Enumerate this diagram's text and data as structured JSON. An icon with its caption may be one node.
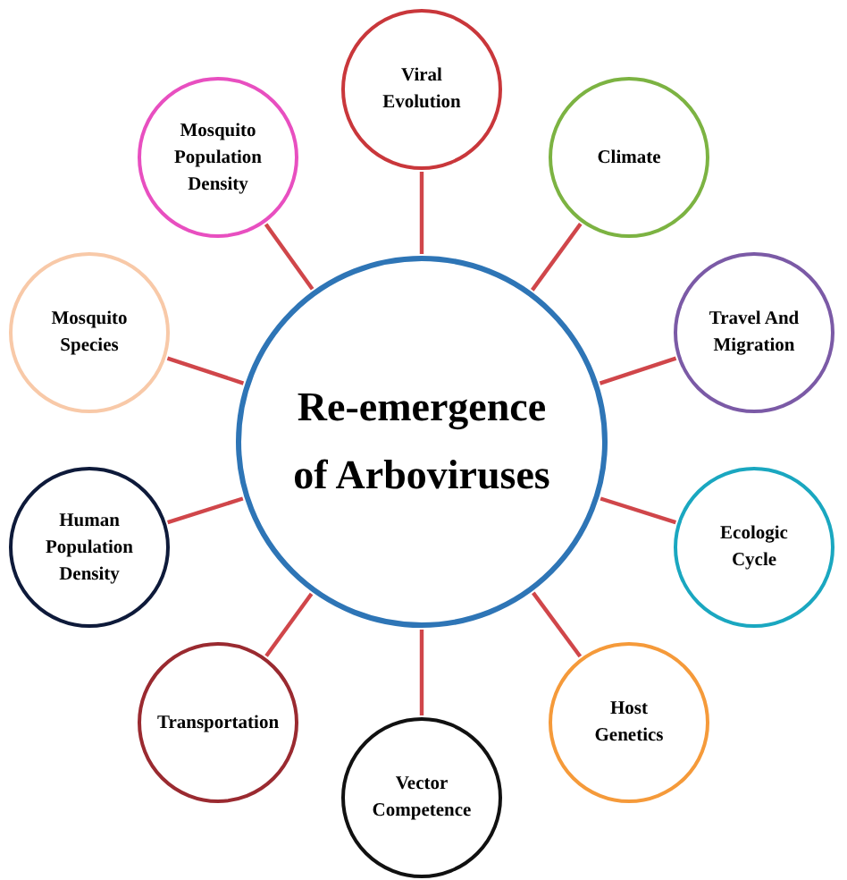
{
  "diagram": {
    "nodes": [
      {
        "text": [
          "Viral Evolution"
        ]
      },
      {
        "text": [
          "Mosquito Population Density"
        ]
      },
      {
        "text": [
          "Climate"
        ]
      },
      {
        "text": [
          "Mosquito Species"
        ]
      },
      {
        "text": [
          "Travel And Migration"
        ]
      },
      {
        "text": [
          "Re-emergence of Arboviruses"
        ]
      },
      {
        "text": [
          "Human Population Density"
        ]
      },
      {
        "text": [
          "Ecologic Cycle"
        ]
      },
      {
        "text": [
          "Transportation"
        ]
      },
      {
        "text": [
          "Host Genetics"
        ]
      },
      {
        "text": [
          "Vector Competence"
        ]
      }
    ],
    "edges": [
      {
        "from": 5,
        "to": 0,
        "arrow": "none"
      },
      {
        "from": 5,
        "to": 1,
        "arrow": "none"
      },
      {
        "from": 5,
        "to": 2,
        "arrow": "none"
      },
      {
        "from": 5,
        "to": 3,
        "arrow": "none"
      },
      {
        "from": 5,
        "to": 4,
        "arrow": "none"
      },
      {
        "from": 5,
        "to": 6,
        "arrow": "none"
      },
      {
        "from": 5,
        "to": 7,
        "arrow": "none"
      },
      {
        "from": 5,
        "to": 8,
        "arrow": "none"
      },
      {
        "from": 5,
        "to": 9,
        "arrow": "none"
      },
      {
        "from": 5,
        "to": 10,
        "arrow": "none"
      }
    ]
  }
}
